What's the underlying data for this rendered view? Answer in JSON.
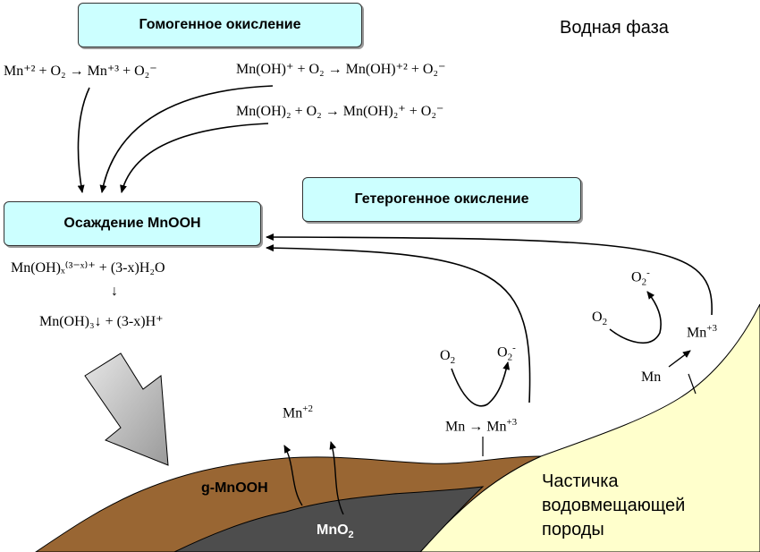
{
  "headers": {
    "homogeneous": "Гомогенное окисление",
    "heterogeneous": "Гетерогенное окисление",
    "precipitation": "Осаждение MnOOH",
    "water_phase": "Водная фаза",
    "rock_particle": "Частичка водовмещающей породы",
    "rock_line1": "Частичка",
    "rock_line2": "водовмещающей",
    "rock_line3": "породы"
  },
  "layers": {
    "mnooh": "g-MnOOH",
    "mno2": "MnO",
    "mno2_sub": "2"
  },
  "equations": {
    "eq1": "Mn⁺² + O₂ → Mn⁺³ + O₂⁻",
    "eq2": "Mn(OH)⁺ + O₂ → Mn(OH)⁺² + O₂⁻",
    "eq3": "Mn(OH)₂ + O₂ → Mn(OH)₂⁺ + O₂⁻",
    "eq4": "Mn(OH)ₓ⁽³⁻ˣ⁾⁺ + (3-x)H₂O",
    "eq5": "Mn(OH)₃↓ + (3-x)H⁺"
  },
  "labels": {
    "mn2_release": "Mn",
    "mn2_release_sup": "+2",
    "o2_a": "O",
    "o2_a_sub": "2",
    "o2minus_a": "O",
    "o2minus_a_sub": "2",
    "o2minus_a_sup": "-",
    "mn_to_mn3": "Mn → Mn",
    "mn_to_mn3_sup": "+3",
    "o2_b": "O",
    "o2_b_sub": "2",
    "o2minus_b": "O",
    "o2minus_b_sub": "2",
    "o2minus_b_sup": "-",
    "mn3_b": "Mn",
    "mn3_b_sup": "+3",
    "mn_b": "Mn",
    "down_arrow": "↓"
  },
  "colors": {
    "box_fill": "#ccffff",
    "mnooh_layer": "#996633",
    "mno2_layer": "#4d4d4d",
    "rock": "#ffffcc",
    "arrow_gray": "#c0c0c0"
  }
}
